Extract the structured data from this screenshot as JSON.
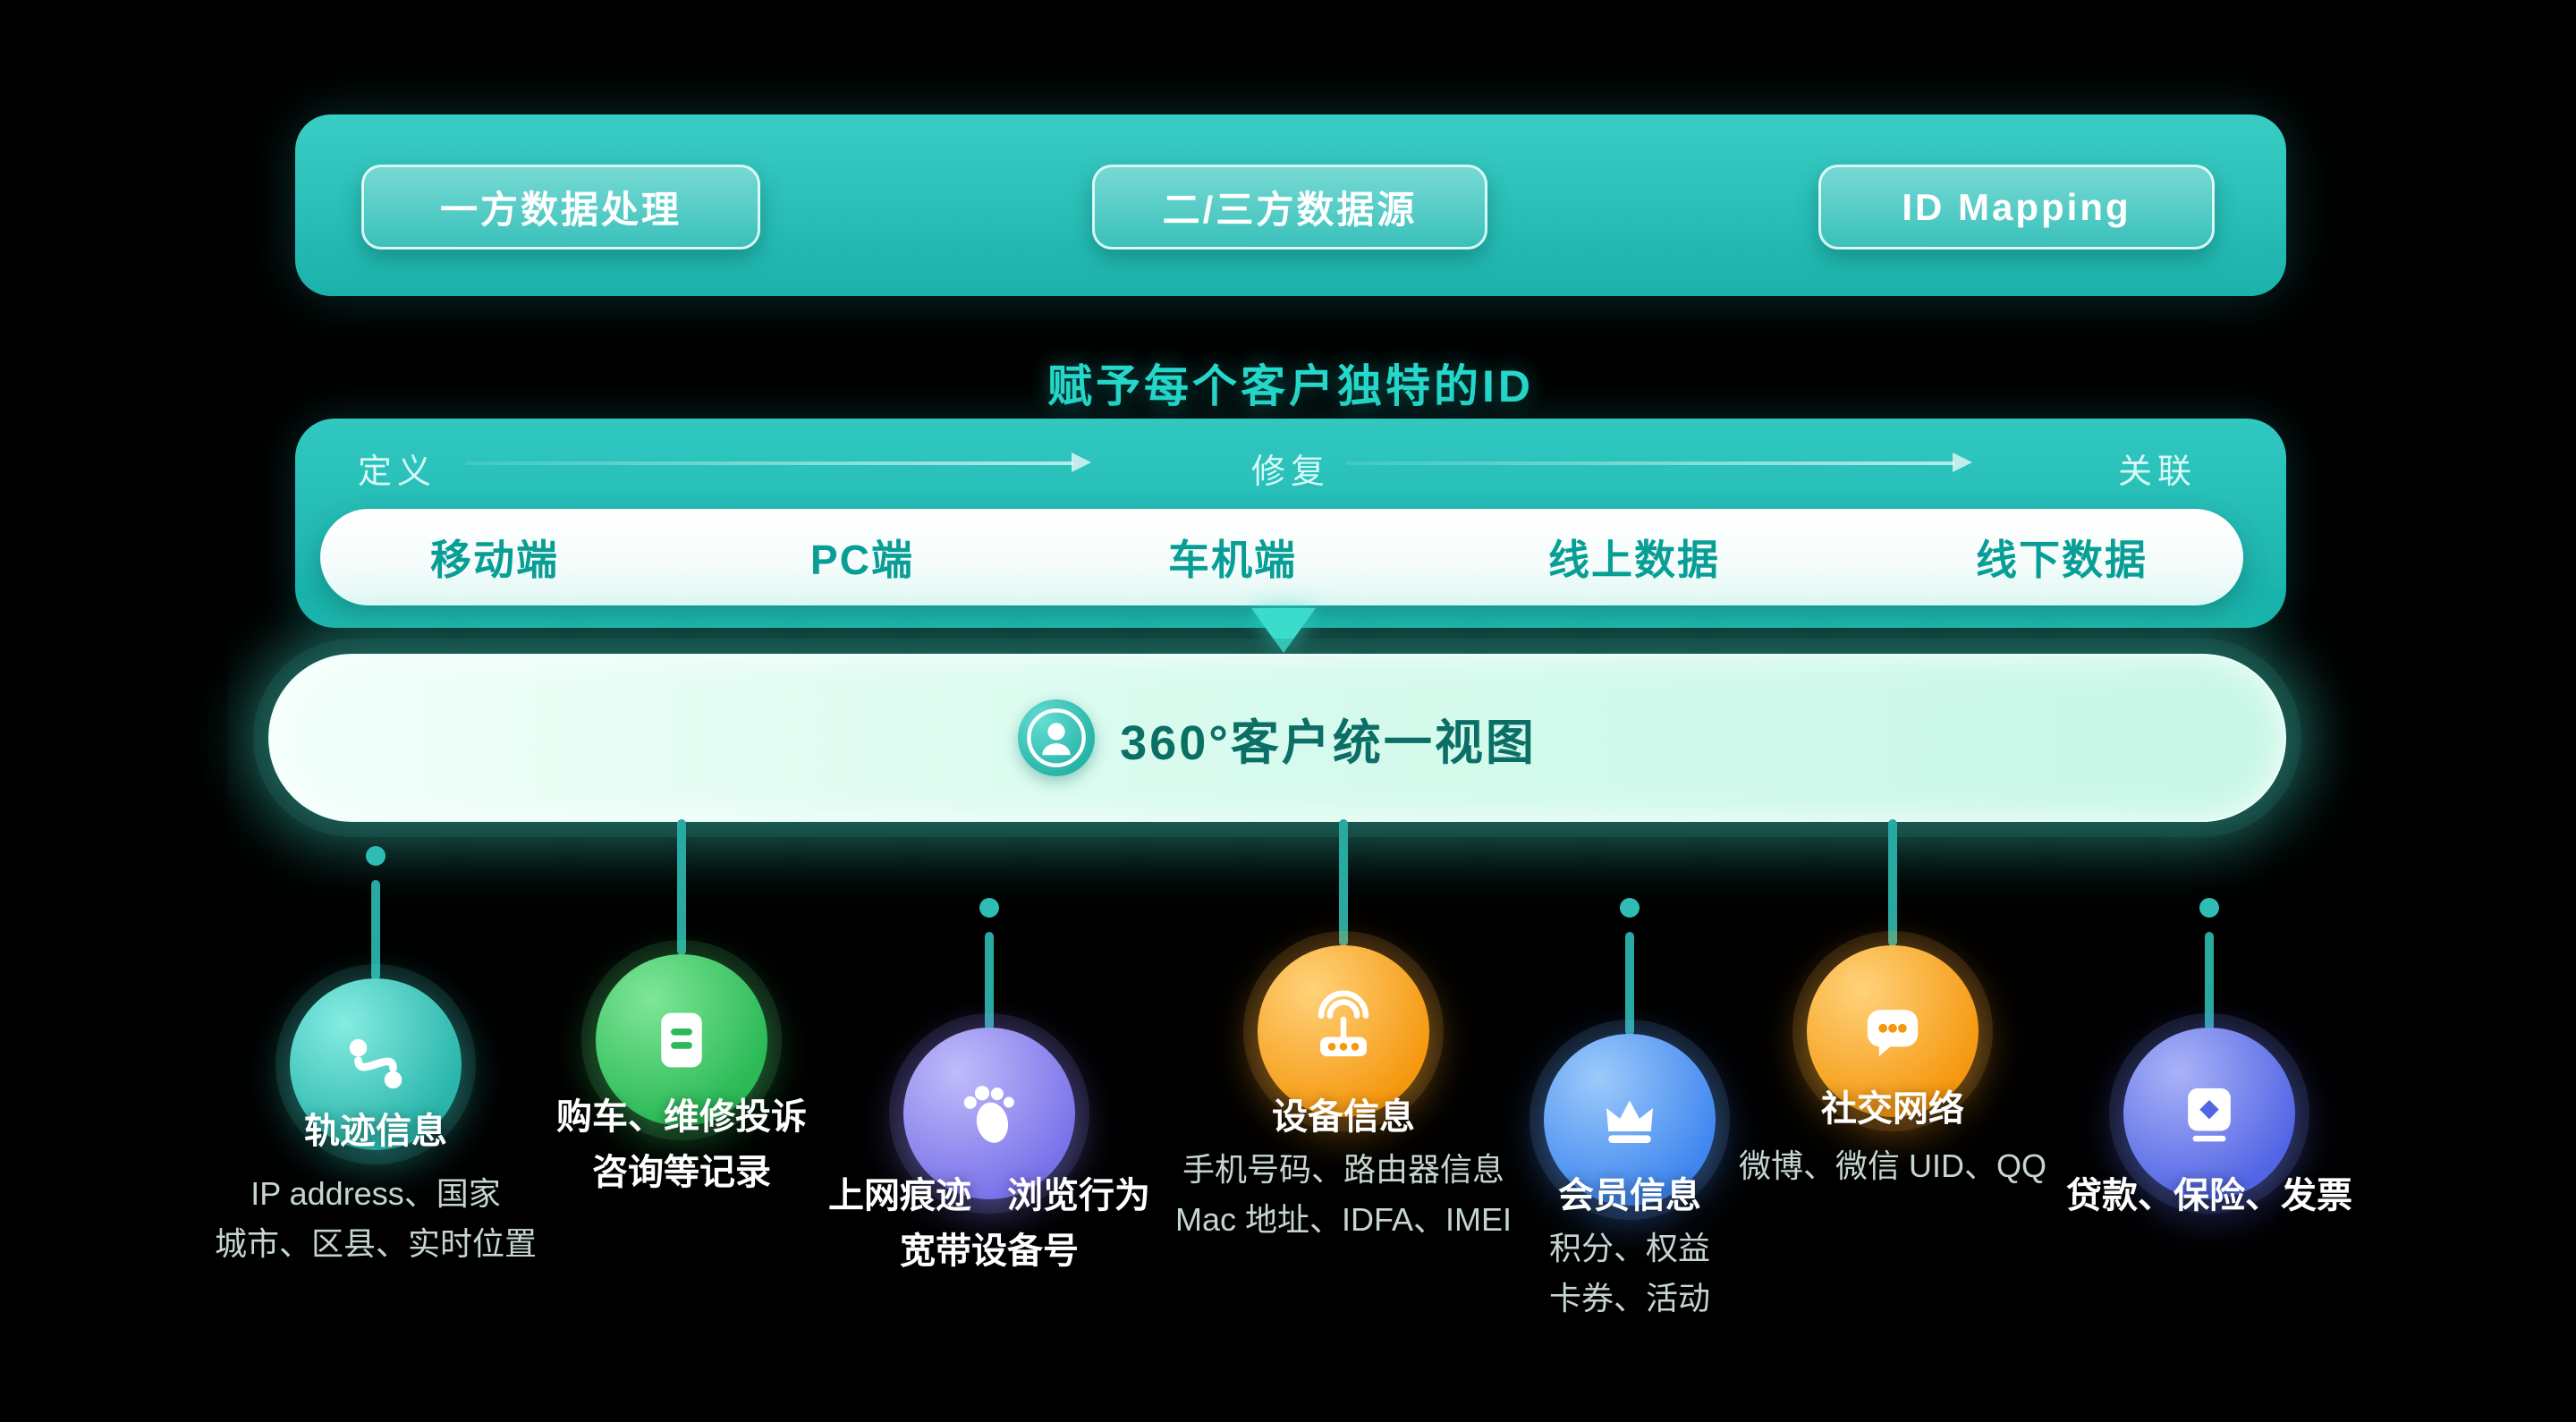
{
  "top_bar": {
    "buttons": [
      {
        "label": "一方数据处理"
      },
      {
        "label": "二/三方数据源"
      },
      {
        "label": "ID Mapping"
      }
    ]
  },
  "subtitle": "赋予每个客户独特的ID",
  "id_band": {
    "stages": [
      {
        "label": "定义"
      },
      {
        "label": "修复"
      },
      {
        "label": "关联"
      }
    ],
    "channels": [
      {
        "label": "移动端"
      },
      {
        "label": "PC端"
      },
      {
        "label": "车机端"
      },
      {
        "label": "线上数据"
      },
      {
        "label": "线下数据"
      }
    ]
  },
  "unified_view": {
    "label": "360°客户统一视图",
    "icon": "person-icon"
  },
  "colors": {
    "background": "#000000",
    "band_teal": "#23bdb6",
    "subtitle_teal": "#26d8cb",
    "channel_text": "#089e96",
    "unified_text": "#0b6f66",
    "connector": "#28a9a2",
    "desc_text": "#c6d5d2"
  },
  "sources": [
    {
      "icon": "route-icon",
      "accent": "#2ab6ac",
      "title_lines": [
        "轨迹信息"
      ],
      "desc_lines": [
        "IP address、国家",
        "城市、区县、实时位置"
      ]
    },
    {
      "icon": "document-icon",
      "accent": "#2cba57",
      "title_lines": [
        "购车、维修投诉",
        "咨询等记录"
      ],
      "desc_lines": []
    },
    {
      "icon": "footprint-icon",
      "accent": "#7a72e9",
      "title_lines": [
        "上网痕迹　浏览行为",
        "宽带设备号"
      ],
      "desc_lines": []
    },
    {
      "icon": "router-icon",
      "accent": "#f5980f",
      "title_lines": [
        "设备信息"
      ],
      "desc_lines": [
        "手机号码、路由器信息",
        "Mac 地址、IDFA、IMEI"
      ]
    },
    {
      "icon": "crown-icon",
      "accent": "#3f86ef",
      "title_lines": [
        "会员信息"
      ],
      "desc_lines": [
        "积分、权益",
        "卡券、活动"
      ]
    },
    {
      "icon": "chat-icon",
      "accent": "#f5980f",
      "title_lines": [
        "社交网络"
      ],
      "desc_lines": [
        "微博、微信 UID、QQ"
      ]
    },
    {
      "icon": "invoice-icon",
      "accent": "#5265e5",
      "title_lines": [
        "贷款、保险、发票"
      ],
      "desc_lines": []
    }
  ]
}
